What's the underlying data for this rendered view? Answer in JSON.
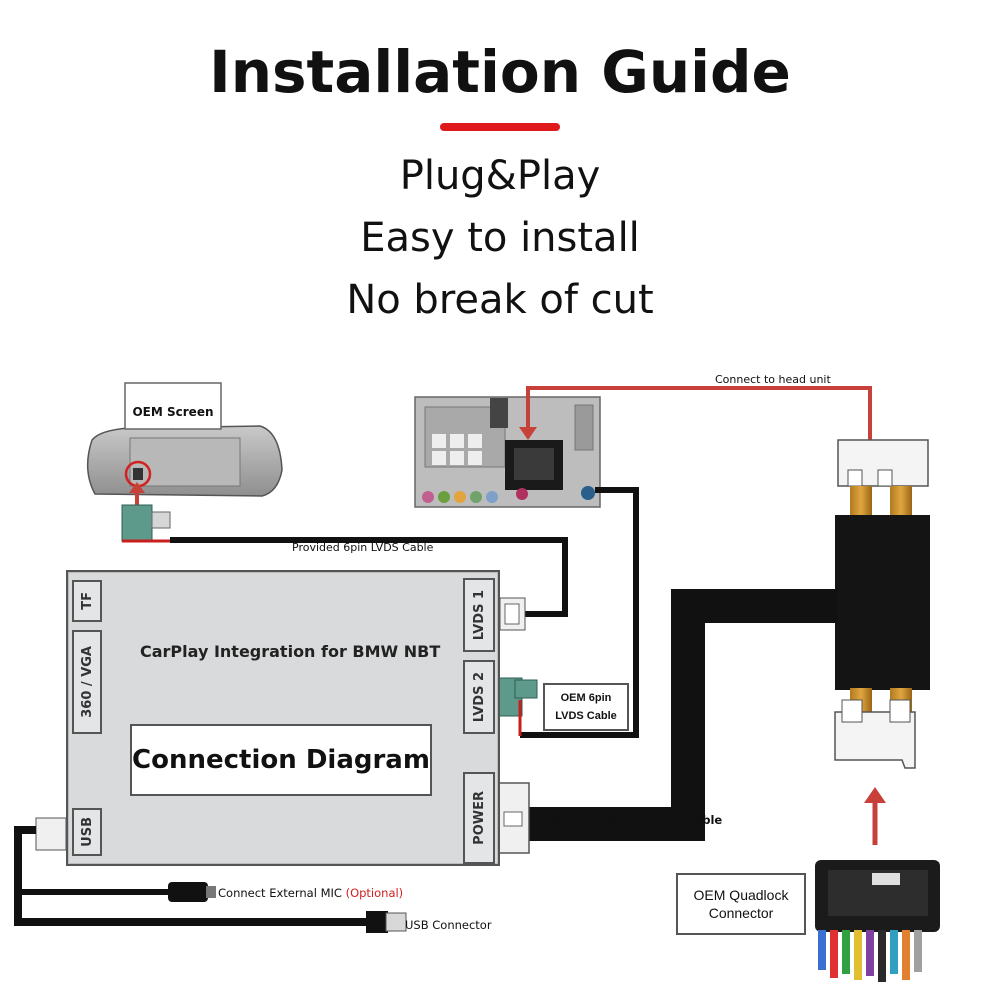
{
  "header": {
    "title": "Installation Guide",
    "features": [
      "Plug&Play",
      "Easy to install",
      "No break of cut"
    ],
    "accent_color": "#e01a1a"
  },
  "diagram": {
    "oem_screen_label": "OEM Screen",
    "connect_head_unit": "Connect to head unit",
    "provided_cable": "Provided 6pin LVDS Cable",
    "module_title": "CarPlay Integration for BMW NBT",
    "module_subtitle": "Connection Diagram",
    "ports": {
      "tf": "TF",
      "vga": "360 / VGA",
      "usb": "USB",
      "lvds1": "LVDS 1",
      "lvds2": "LVDS 2",
      "power": "POWER"
    },
    "oem_6pin_line1": "OEM 6pin",
    "oem_6pin_line2": "LVDS Cable",
    "power_cable": "Main Quadlock Power Cable",
    "mic_prefix": "Connect External MIC",
    "mic_optional": "(Optional)",
    "usb_connector": "USB Connector",
    "quadlock_line1": "OEM Quadlock",
    "quadlock_line2": "Connector"
  }
}
